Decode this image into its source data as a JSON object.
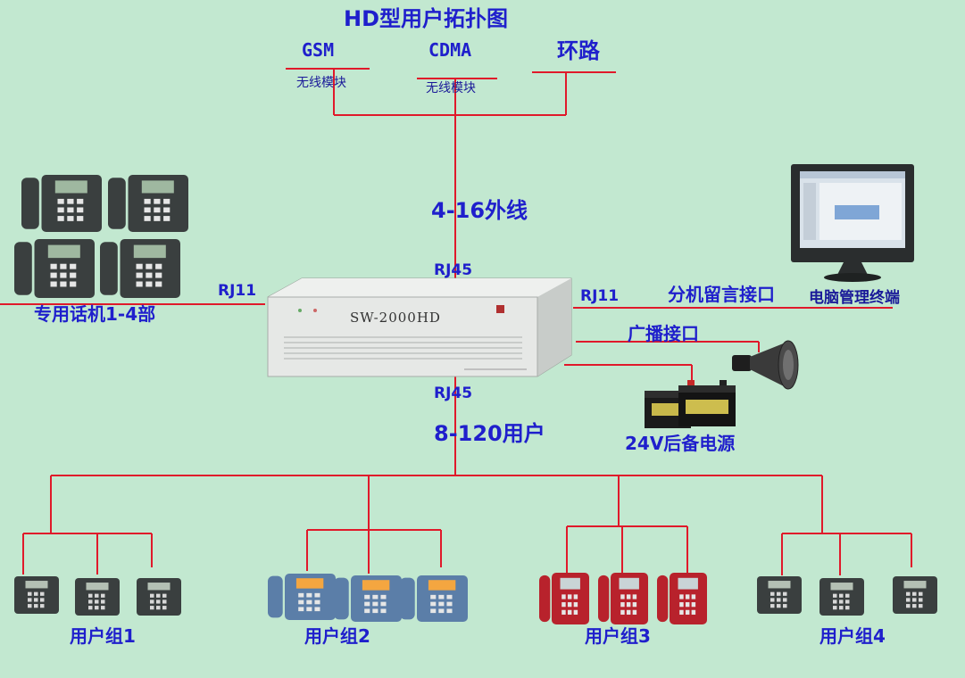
{
  "title": "HD型用户拓扑图",
  "trunks": {
    "gsm": "GSM",
    "gsm_sub": "无线模块",
    "cdma": "CDMA",
    "cdma_sub": "无线模块",
    "loop": "环路"
  },
  "outside_lines": "4-16外线",
  "rj45_top": "RJ45",
  "rj45_bottom": "RJ45",
  "rj11_left": "RJ11",
  "rj11_right": "RJ11",
  "dedicated_phones": "专用话机1-4部",
  "extension_voicemail": "分机留言接口",
  "pc_terminal": "电脑管理终端",
  "broadcast": "广播接口",
  "battery": "24V后备电源",
  "users": "8-120用户",
  "device": {
    "model": "SW-2000HD"
  },
  "groups": [
    "用户组1",
    "用户组2",
    "用户组3",
    "用户组4"
  ],
  "icons": {
    "phone": "desk-phone-icon",
    "monitor": "monitor-icon",
    "speaker": "horn-speaker-icon",
    "battery": "battery-icon",
    "switch": "pbx-switch-icon"
  },
  "colors": {
    "background": "#c2e8d0",
    "line": "#e0192a",
    "text": "#1f1fcc",
    "phone_dark": "#3a3f3f",
    "phone_blue": "#5b7ea8",
    "phone_red": "#b8222c"
  }
}
